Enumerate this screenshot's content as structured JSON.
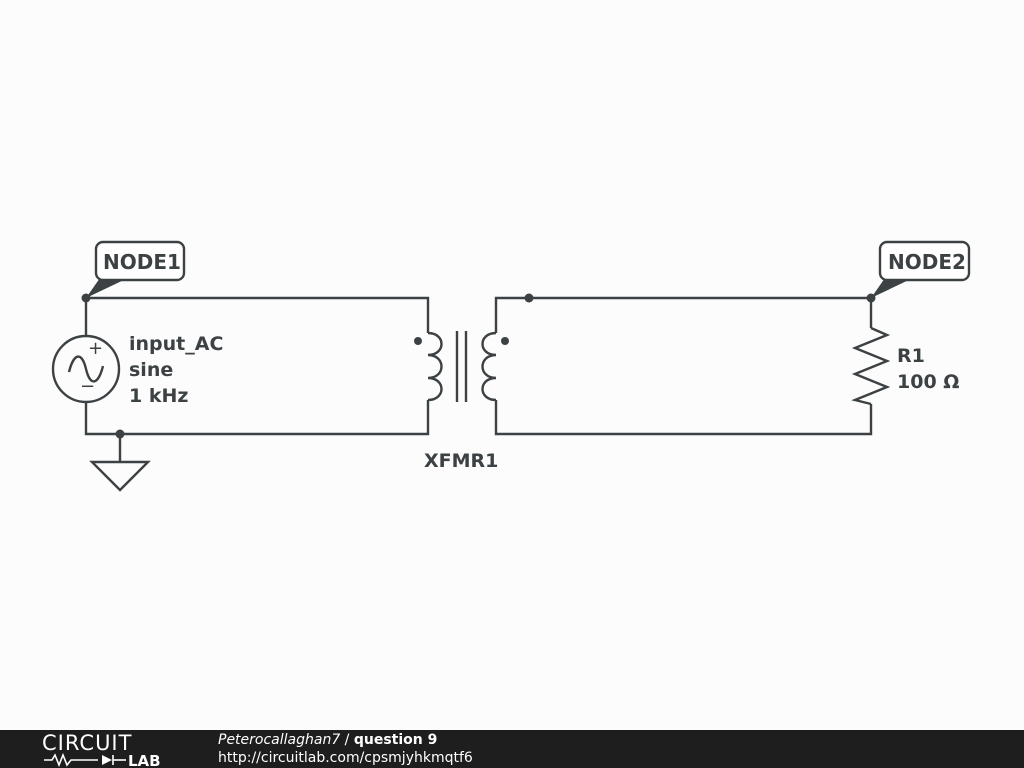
{
  "schematic": {
    "nodes": [
      {
        "label": "NODE1"
      },
      {
        "label": "NODE2"
      }
    ],
    "source": {
      "name": "input_AC",
      "type": "sine",
      "frequency": "1 kHz"
    },
    "transformer": {
      "name": "XFMR1"
    },
    "resistor": {
      "name": "R1",
      "value": "100 Ω"
    }
  },
  "footer": {
    "logo_top": "CIRCUIT",
    "logo_bottom": "LAB",
    "author": "Peterocallaghan7",
    "separator": " / ",
    "title": "question 9",
    "url": "http://circuitlab.com/cpsmjyhkmqtf6"
  },
  "colors": {
    "wire": "#3c4144",
    "background": "#fcfcfc",
    "footer": "#1e1e1e"
  }
}
